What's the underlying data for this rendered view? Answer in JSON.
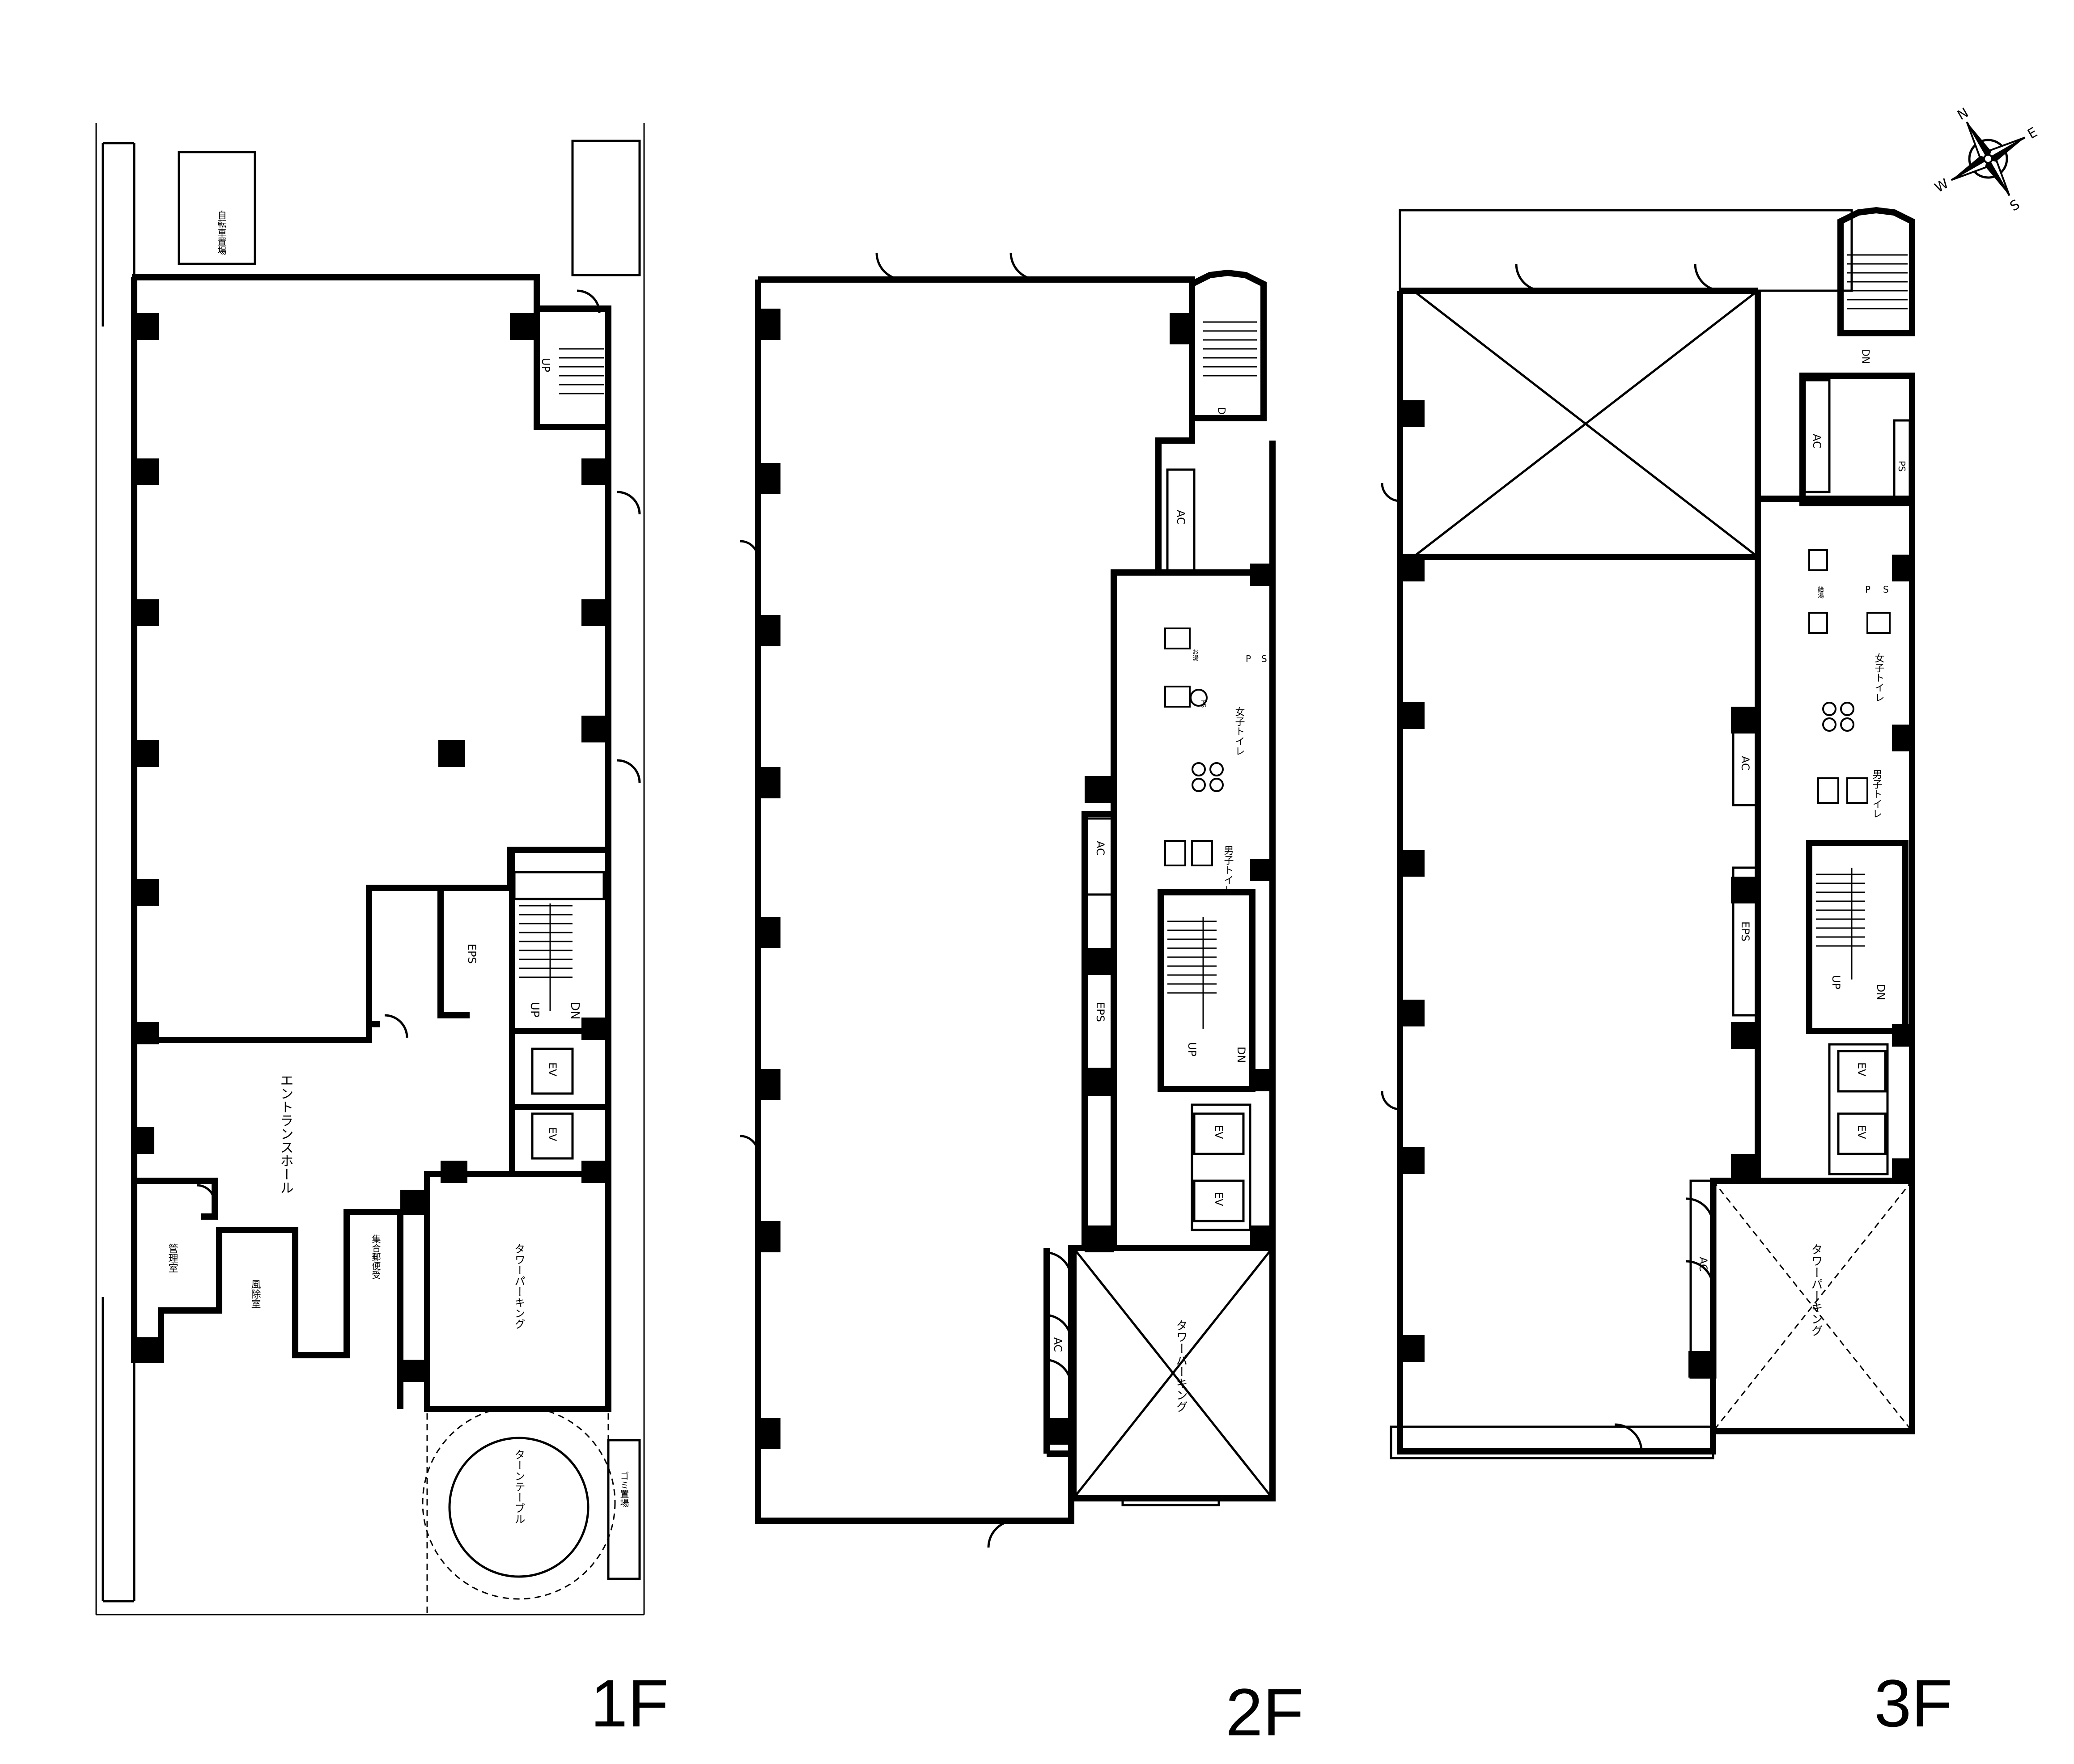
{
  "floors": [
    {
      "label": "1F",
      "rooms": {
        "entrance_hall": "エントランスホール",
        "office": "管理室",
        "wind_room": "風除室",
        "mailbox": "集合郵便受",
        "tower_parking": "タワーパーキング",
        "turntable": "ターンテーブル",
        "garbage": "ゴミ置場",
        "bicycle": "自転車置場",
        "eps": "EPS",
        "ev1": "EV",
        "ev2": "EV",
        "up_main": "UP",
        "dn_main": "DN",
        "up_rear": "UP"
      }
    },
    {
      "label": "2F",
      "rooms": {
        "ac_top": "AC",
        "ps1": "P",
        "ps2": "S",
        "ps3": "PS",
        "womens_wc": "女子トイレ",
        "mens_wc": "男子トイレ",
        "ac_mid": "AC",
        "eps": "EPS",
        "up": "UP",
        "dn": "DN",
        "ev1": "EV",
        "ev2": "EV",
        "ac_bottom": "AC",
        "tower_parking": "タワーパーキング",
        "dn_rear": "DN",
        "kyuto": "お湯"
      }
    },
    {
      "label": "3F",
      "rooms": {
        "ac_top": "AC",
        "ps_top": "PS",
        "kyuto": "給湯",
        "ps1": "P",
        "ps2": "S",
        "womens_wc": "女子トイレ",
        "mens_wc": "男子トイレ",
        "ac_mid": "AC",
        "eps": "EPS",
        "up": "UP",
        "dn": "DN",
        "ev1": "EV",
        "ev2": "EV",
        "ac_bottom": "AC",
        "tower_parking": "タワーパーキング",
        "dn_rear": "DN"
      }
    }
  ],
  "compass": {
    "n": "N",
    "e": "E",
    "s": "S",
    "w": "W"
  }
}
